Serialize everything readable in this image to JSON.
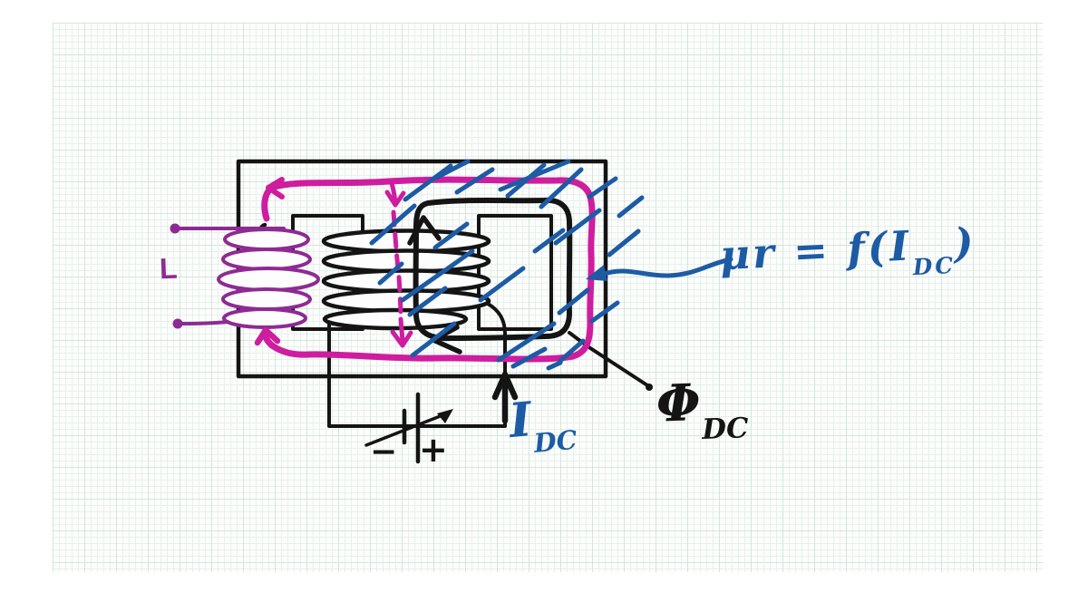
{
  "colors": {
    "ink": "#141414",
    "coil_purple": "#8e2a94",
    "flux_magenta": "#cf1d9f",
    "annotation_blue": "#1d5ba4",
    "paper": "#fcfdfc",
    "grid_fine": "#e7f1ea",
    "grid_bold": "#d4e6da"
  },
  "labels": {
    "inductor": "L",
    "dc_current": {
      "base": "I",
      "sub": "DC"
    },
    "dc_flux": {
      "base": "Φ",
      "sub": "DC"
    },
    "permeability": {
      "pre": "μr = f(I",
      "sub": "DC",
      "post": ")"
    },
    "battery": {
      "minus": "−",
      "plus": "+"
    }
  }
}
